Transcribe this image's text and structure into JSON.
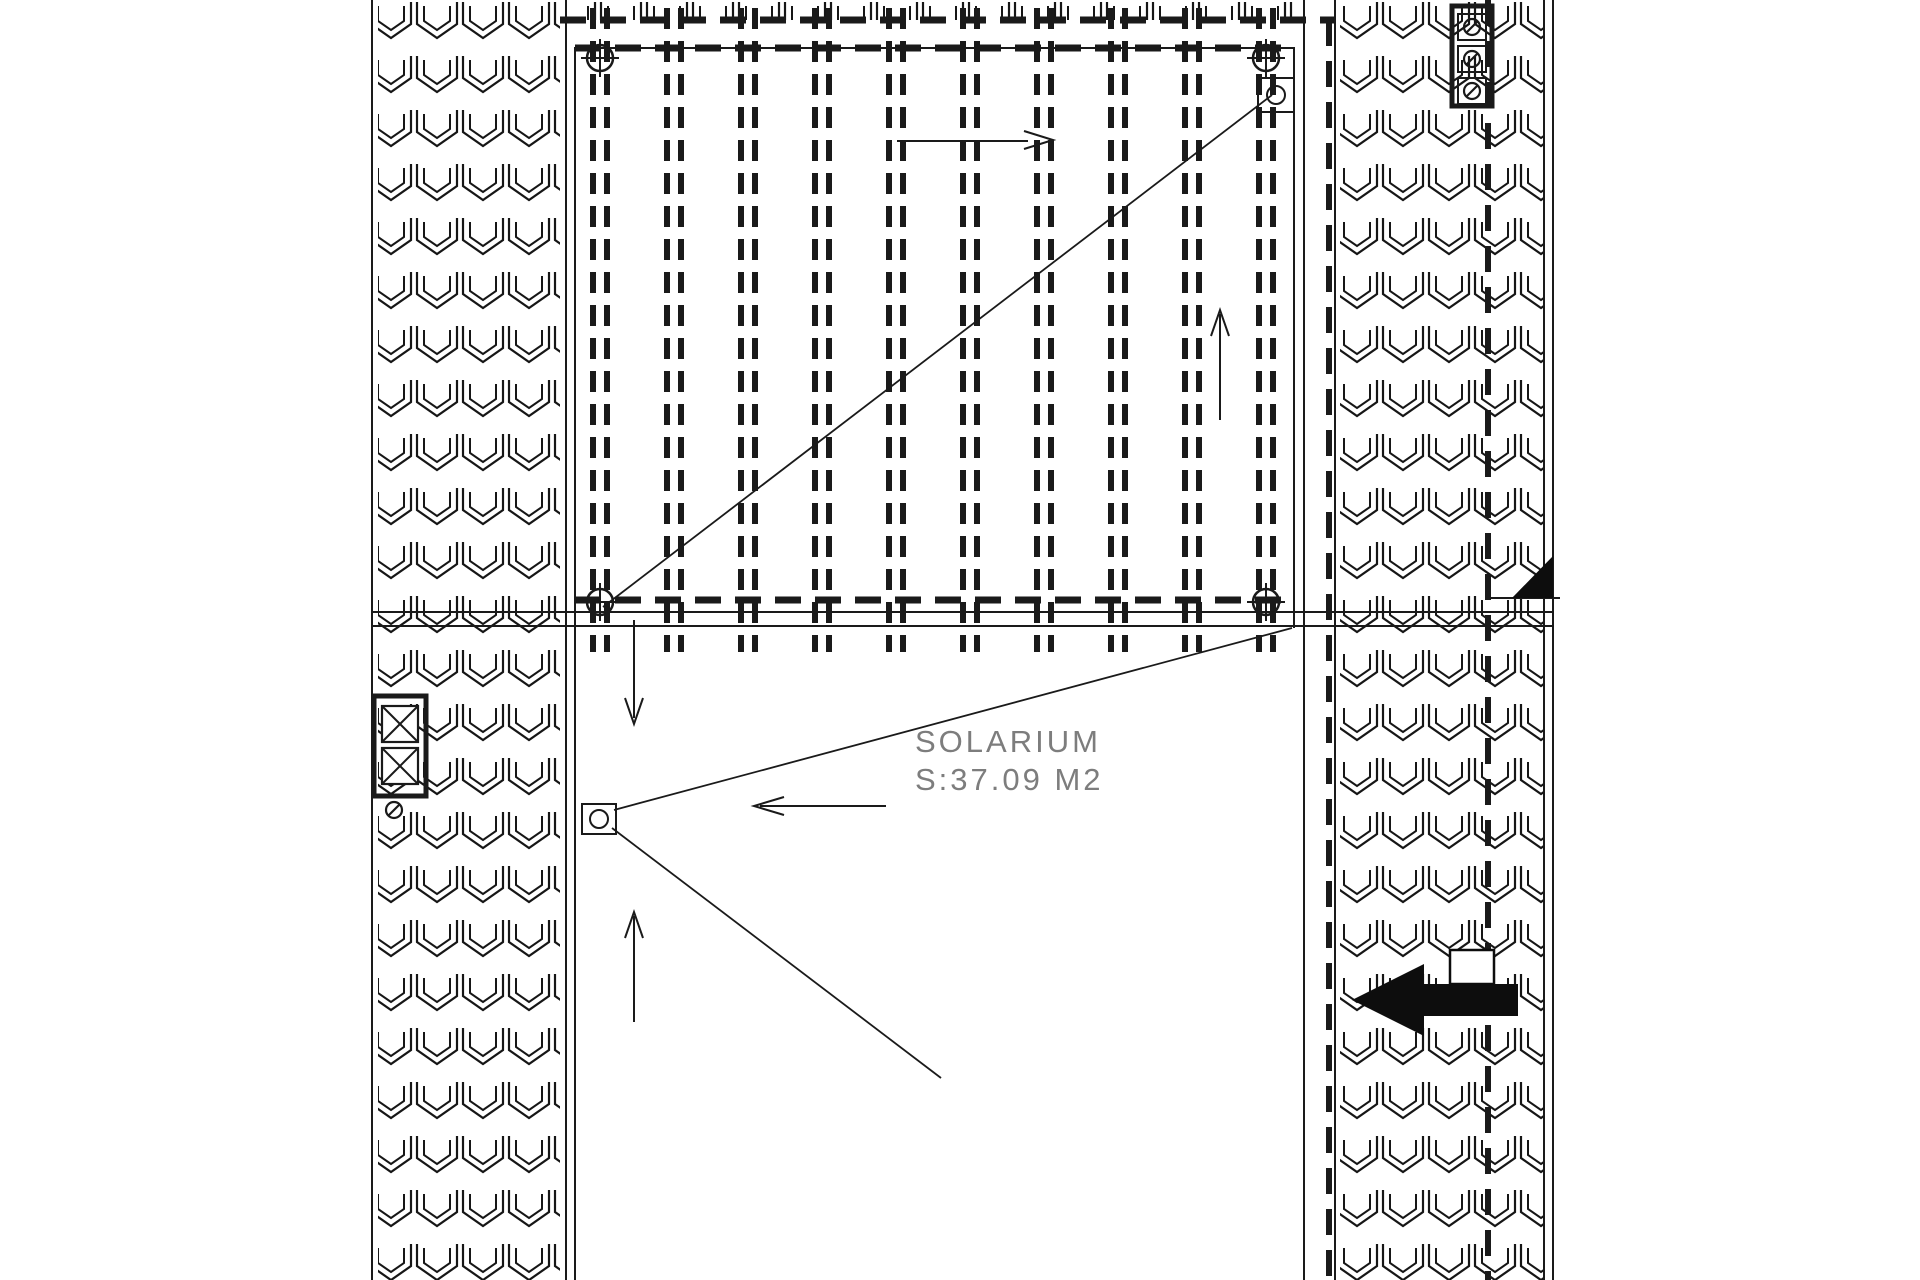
{
  "labels": {
    "room_name": "SOLARIUM",
    "room_area": "S:37.09 M2"
  },
  "colors": {
    "ink": "#1a1a1a",
    "label_gray": "#7d7d7d",
    "paper": "#ffffff"
  },
  "icons": {
    "column_marker": "circle-cross-icon",
    "vent_marker": "circle-slash-icon",
    "window_box": "crossed-square-icon",
    "slope_arrow": "solid-arrow-icon",
    "section_marker": "solid-triangle-icon",
    "direction_arrows": [
      "right",
      "up",
      "down",
      "left",
      "up"
    ]
  }
}
